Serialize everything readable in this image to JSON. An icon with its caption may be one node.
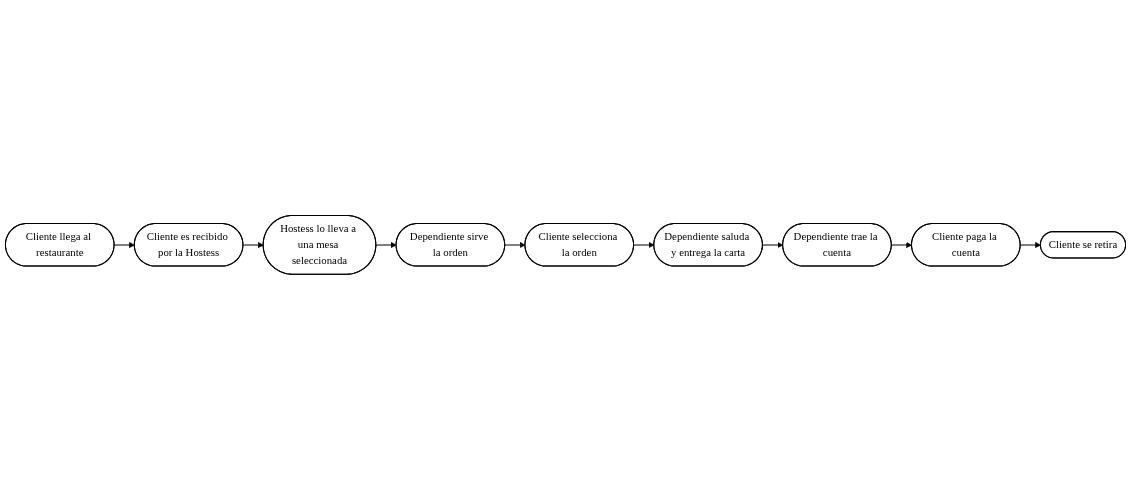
{
  "diagram": {
    "nodes": [
      {
        "text": [
          "Cliente llega al restaurante"
        ]
      },
      {
        "text": [
          "Cliente es recibido por la Hostess"
        ]
      },
      {
        "text": [
          "Hostess lo lleva a una mesa seleccionada"
        ]
      },
      {
        "text": [
          "Dependiente saluda y entrega la carta"
        ]
      },
      {
        "text": [
          "Cliente selecciona la orden"
        ]
      },
      {
        "text": [
          "Dependiente sirve la orden"
        ]
      },
      {
        "text": [
          "Dependiente trae la cuenta"
        ]
      },
      {
        "text": [
          "Cliente paga la cuenta"
        ]
      },
      {
        "text": [
          "Cliente se retira"
        ]
      }
    ],
    "edges": [
      {
        "from": 0,
        "to": 1,
        "arrow": "to"
      },
      {
        "from": 1,
        "to": 2,
        "arrow": "to"
      },
      {
        "from": 2,
        "to": 5,
        "arrow": "to"
      },
      {
        "from": 5,
        "to": 4,
        "arrow": "to"
      },
      {
        "from": 4,
        "to": 3,
        "arrow": "to"
      },
      {
        "from": 3,
        "to": 6,
        "arrow": "to"
      },
      {
        "from": 6,
        "to": 7,
        "arrow": "to"
      },
      {
        "from": 7,
        "to": 8,
        "arrow": "to"
      }
    ]
  }
}
